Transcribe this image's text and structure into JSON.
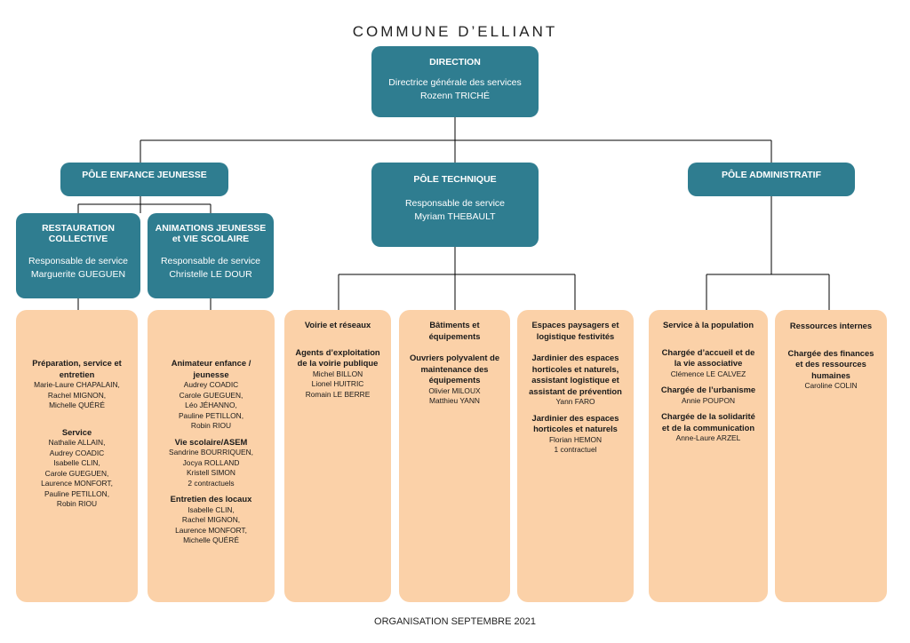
{
  "title": "COMMUNE D’ELLIANT",
  "footer": "ORGANISATION SEPTEMBRE 2021",
  "colors": {
    "teal": "#2f7d90",
    "peach": "#fbd1a8",
    "line": "#000000"
  },
  "direction": {
    "head": "DIRECTION",
    "role": "Directrice générale des services",
    "name": "Rozenn TRICHÉ"
  },
  "pole_enfance": {
    "head": "PÔLE ENFANCE JEUNESSE"
  },
  "pole_technique": {
    "head": "PÔLE TECHNIQUE",
    "role": "Responsable de service",
    "name": "Myriam THEBAULT"
  },
  "pole_admin": {
    "head": "PÔLE ADMINISTRATIF"
  },
  "restauration": {
    "head1": "RESTAURATION",
    "head2": "COLLECTIVE",
    "role": "Responsable de service",
    "name": "Marguerite GUEGUEN"
  },
  "animations": {
    "head1": "ANIMATIONS JEUNESSE",
    "head2": "et VIE SCOLAIRE",
    "role": "Responsable de service",
    "name": "Christelle LE DOUR"
  },
  "box_restauration": {
    "h1a": "Préparation, service et",
    "h1b": "entretien",
    "p1": [
      "Marie-Laure CHAPALAIN,",
      "Rachel MIGNON,",
      "Michelle QUÉRÉ"
    ],
    "h2": "Service",
    "p2": [
      "Nathalie ALLAIN,",
      "Audrey COADIC",
      "Isabelle CLIN,",
      "Carole GUEGUEN,",
      "Laurence MONFORT,",
      "Pauline PETILLON,",
      "Robin RIOU"
    ]
  },
  "box_animations": {
    "h1a": "Animateur enfance /",
    "h1b": "jeunesse",
    "p1": [
      "Audrey COADIC",
      "Carole GUEGUEN,",
      "Léo JÉHANNO,",
      "Pauline PETILLON,",
      "Robin RIOU"
    ],
    "h2": "Vie scolaire/ASEM",
    "p2": [
      "Sandrine BOURRIQUEN,",
      "Jocya ROLLAND",
      "Kristell SIMON",
      "2 contractuels"
    ],
    "h3": "Entretien des locaux",
    "p3": [
      "Isabelle CLIN,",
      "Rachel MIGNON,",
      "Laurence MONFORT,",
      "Michelle QUÉRÉ"
    ]
  },
  "box_voirie": {
    "title": "Voirie et réseaux",
    "h1a": "Agents d’exploitation",
    "h1b": "de la voirie publique",
    "p1": [
      "Michel BILLON",
      "Lionel HUITRIC",
      "Romain LE BERRE"
    ]
  },
  "box_batiments": {
    "title1": "Bâtiments et",
    "title2": "équipements",
    "h1a": "Ouvriers polyvalent de",
    "h1b": "maintenance des",
    "h1c": "équipements",
    "p1": [
      "Olivier MILOUX",
      "Matthieu YANN"
    ]
  },
  "box_espaces": {
    "title1": "Espaces paysagers et",
    "title2": "logistique festivités",
    "h1": [
      "Jardinier des espaces",
      "horticoles et naturels,",
      "assistant logistique et",
      "assistant de prévention"
    ],
    "p1": [
      "Yann FARO"
    ],
    "h2": [
      "Jardinier des espaces",
      "horticoles et naturels"
    ],
    "p2": [
      "Florian HEMON",
      "1 contractuel"
    ]
  },
  "box_service_pop": {
    "title": "Service à la population",
    "h1": [
      "Chargée d’accueil et de",
      "la vie associative"
    ],
    "p1": [
      "Clémence LE CALVEZ"
    ],
    "h2": [
      "Chargée de l’urbanisme"
    ],
    "p2": [
      "Annie POUPON"
    ],
    "h3": [
      "Chargée de la solidarité",
      "et de la communication"
    ],
    "p3": [
      "Anne-Laure ARZEL"
    ]
  },
  "box_rh": {
    "title": "Ressources internes",
    "h1": [
      "Chargée des finances",
      "et des ressources",
      "humaines"
    ],
    "p1": [
      "Caroline COLIN"
    ]
  }
}
